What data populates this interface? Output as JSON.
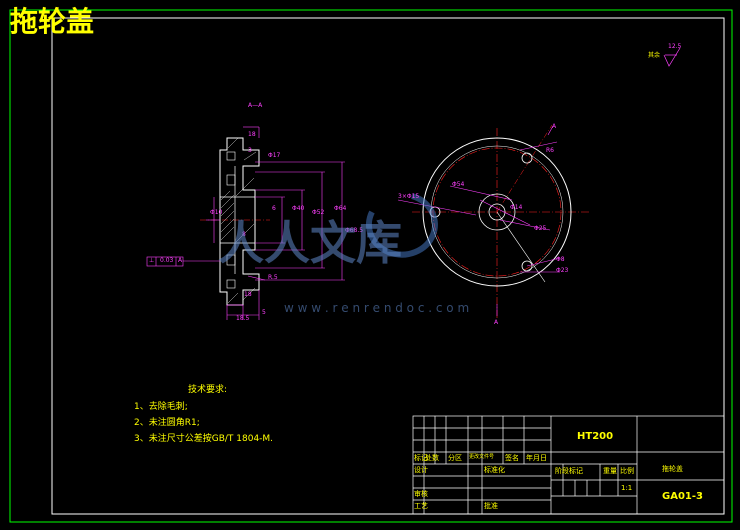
{
  "title": "拖轮盖",
  "surface_note": "其余",
  "surface_value": "12.5",
  "tech_requirements": {
    "heading": "技术要求:",
    "items": [
      "1、去除毛刺;",
      "2、未注圆角R1;",
      "3、未注尺寸公差按GB/T 1804-M."
    ]
  },
  "section_label": "A—A",
  "flatness_frame": {
    "symbol": "⊥",
    "value": "0.03",
    "datum": "A"
  },
  "view_labels": {
    "top": "A",
    "bottom": "A"
  },
  "section_dims": [
    "18",
    "3",
    "Φ17",
    "Φ40",
    "Φ52",
    "Φ64",
    "Φ68.5",
    "Φ10",
    "6",
    "8",
    "18",
    "R.5",
    "18.5",
    "5"
  ],
  "circle_dims": [
    "3×Φ15",
    "Φ54",
    "Φ14",
    "Φ25",
    "R6",
    "Φ8",
    "Φ23"
  ],
  "title_block": {
    "material": "HT200",
    "part_name": "拖轮盖",
    "drawing_no": "GA01-3",
    "scale_header": "比例",
    "scale": "1:1",
    "row_labels": [
      "标记",
      "处数",
      "分区",
      "更改文件号",
      "签名",
      "年月日"
    ],
    "stage_labels": [
      "阶段标记",
      "重量"
    ],
    "design_label": "设计",
    "review_label": "审核",
    "process_label": "工艺",
    "standard_label": "标准化",
    "approve_label": "批准"
  },
  "watermark": {
    "brand": "人人文库",
    "url": "w w w . r e n r e n d o c . c o m"
  },
  "colors": {
    "frame": "#00ff00",
    "outline": "#ffffff",
    "dimension": "#ff40ff",
    "center": "#ff2020",
    "text": "#ffff00"
  }
}
